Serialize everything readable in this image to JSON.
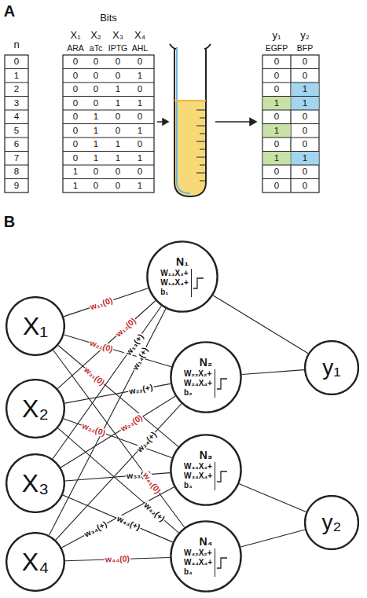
{
  "diagram": {
    "nodes": [
      {
        "text": [
          "X₁"
        ]
      },
      {
        "text": [
          "X₂"
        ]
      },
      {
        "text": [
          "X₃"
        ]
      },
      {
        "text": [
          "X₄"
        ]
      },
      {
        "text": [
          "N₁",
          "W₁₃X₃+ W₁₄X₄+ b₁"
        ]
      },
      {
        "text": [
          "N₂",
          "W₂₂X₂+ W₂₄X₄+ b₂"
        ]
      },
      {
        "text": [
          "N₃",
          "W₃₃X₃+ W₃₄X₄+ b₃"
        ]
      },
      {
        "text": [
          "N₄",
          "W₄₂X₂+ W₄₃X₃+ b₄"
        ]
      },
      {
        "text": [
          "y₁"
        ]
      },
      {
        "text": [
          "y₂"
        ]
      }
    ],
    "edges": [
      {
        "from": 0,
        "to": 4,
        "arrow": "none",
        "label": "w₁₁(0)"
      },
      {
        "from": 1,
        "to": 4,
        "arrow": "none",
        "label": "w₁₂(0)"
      },
      {
        "from": 2,
        "to": 4,
        "arrow": "none",
        "label": "w₁₃(+)"
      },
      {
        "from": 3,
        "to": 4,
        "arrow": "none",
        "label": "w₁₄(+)"
      },
      {
        "from": 0,
        "to": 5,
        "arrow": "none",
        "label": "w₂₁(0)"
      },
      {
        "from": 1,
        "to": 5,
        "arrow": "none",
        "label": "w₂₂(+)"
      },
      {
        "from": 2,
        "to": 5,
        "arrow": "none",
        "label": "w₂₃(0)"
      },
      {
        "from": 3,
        "to": 5,
        "arrow": "none",
        "label": "w₂₄(+)"
      },
      {
        "from": 0,
        "to": 6,
        "arrow": "none",
        "label": "w₃₁(0)"
      },
      {
        "from": 1,
        "to": 6,
        "arrow": "none",
        "label": "w₃₂(0)"
      },
      {
        "from": 2,
        "to": 6,
        "arrow": "none",
        "label": "w₃₃(+)"
      },
      {
        "from": 3,
        "to": 6,
        "arrow": "none",
        "label": "w₃₄(+)"
      },
      {
        "from": 0,
        "to": 7,
        "arrow": "none",
        "label": "w₄₁(0)"
      },
      {
        "from": 1,
        "to": 7,
        "arrow": "none",
        "label": "w₄₂(+)"
      },
      {
        "from": 2,
        "to": 7,
        "arrow": "none",
        "label": "w₄₃(+)"
      },
      {
        "from": 3,
        "to": 7,
        "arrow": "none",
        "label": "w₄₄(0)"
      },
      {
        "from": 4,
        "to": 8,
        "arrow": "none"
      },
      {
        "from": 5,
        "to": 8,
        "arrow": "none"
      },
      {
        "from": 6,
        "to": 9,
        "arrow": "none"
      },
      {
        "from": 7,
        "to": 9,
        "arrow": "none"
      }
    ],
    "labels": [
      "A",
      "Bits",
      "n",
      "X₁",
      "ARA",
      "X₂",
      "aTc",
      "X₃",
      "IPTG",
      "X₄",
      "AHL",
      "y₁",
      "EGFP",
      "y₂",
      "BFP",
      "0",
      "0",
      "0",
      "0",
      "0",
      "0",
      "0",
      "1",
      "0",
      "0",
      "0",
      "1",
      "0",
      "0",
      "2",
      "0",
      "0",
      "1",
      "0",
      "0",
      "1",
      "3",
      "0",
      "0",
      "1",
      "1",
      "1",
      "1",
      "4",
      "0",
      "1",
      "0",
      "0",
      "0",
      "0",
      "5",
      "0",
      "1",
      "0",
      "1",
      "1",
      "0",
      "6",
      "0",
      "1",
      "1",
      "0",
      "0",
      "0",
      "7",
      "0",
      "1",
      "1",
      "1",
      "1",
      "1",
      "8",
      "1",
      "0",
      "0",
      "0",
      "0",
      "0",
      "9",
      "1",
      "0",
      "0",
      "1",
      "0",
      "0",
      "B"
    ]
  }
}
